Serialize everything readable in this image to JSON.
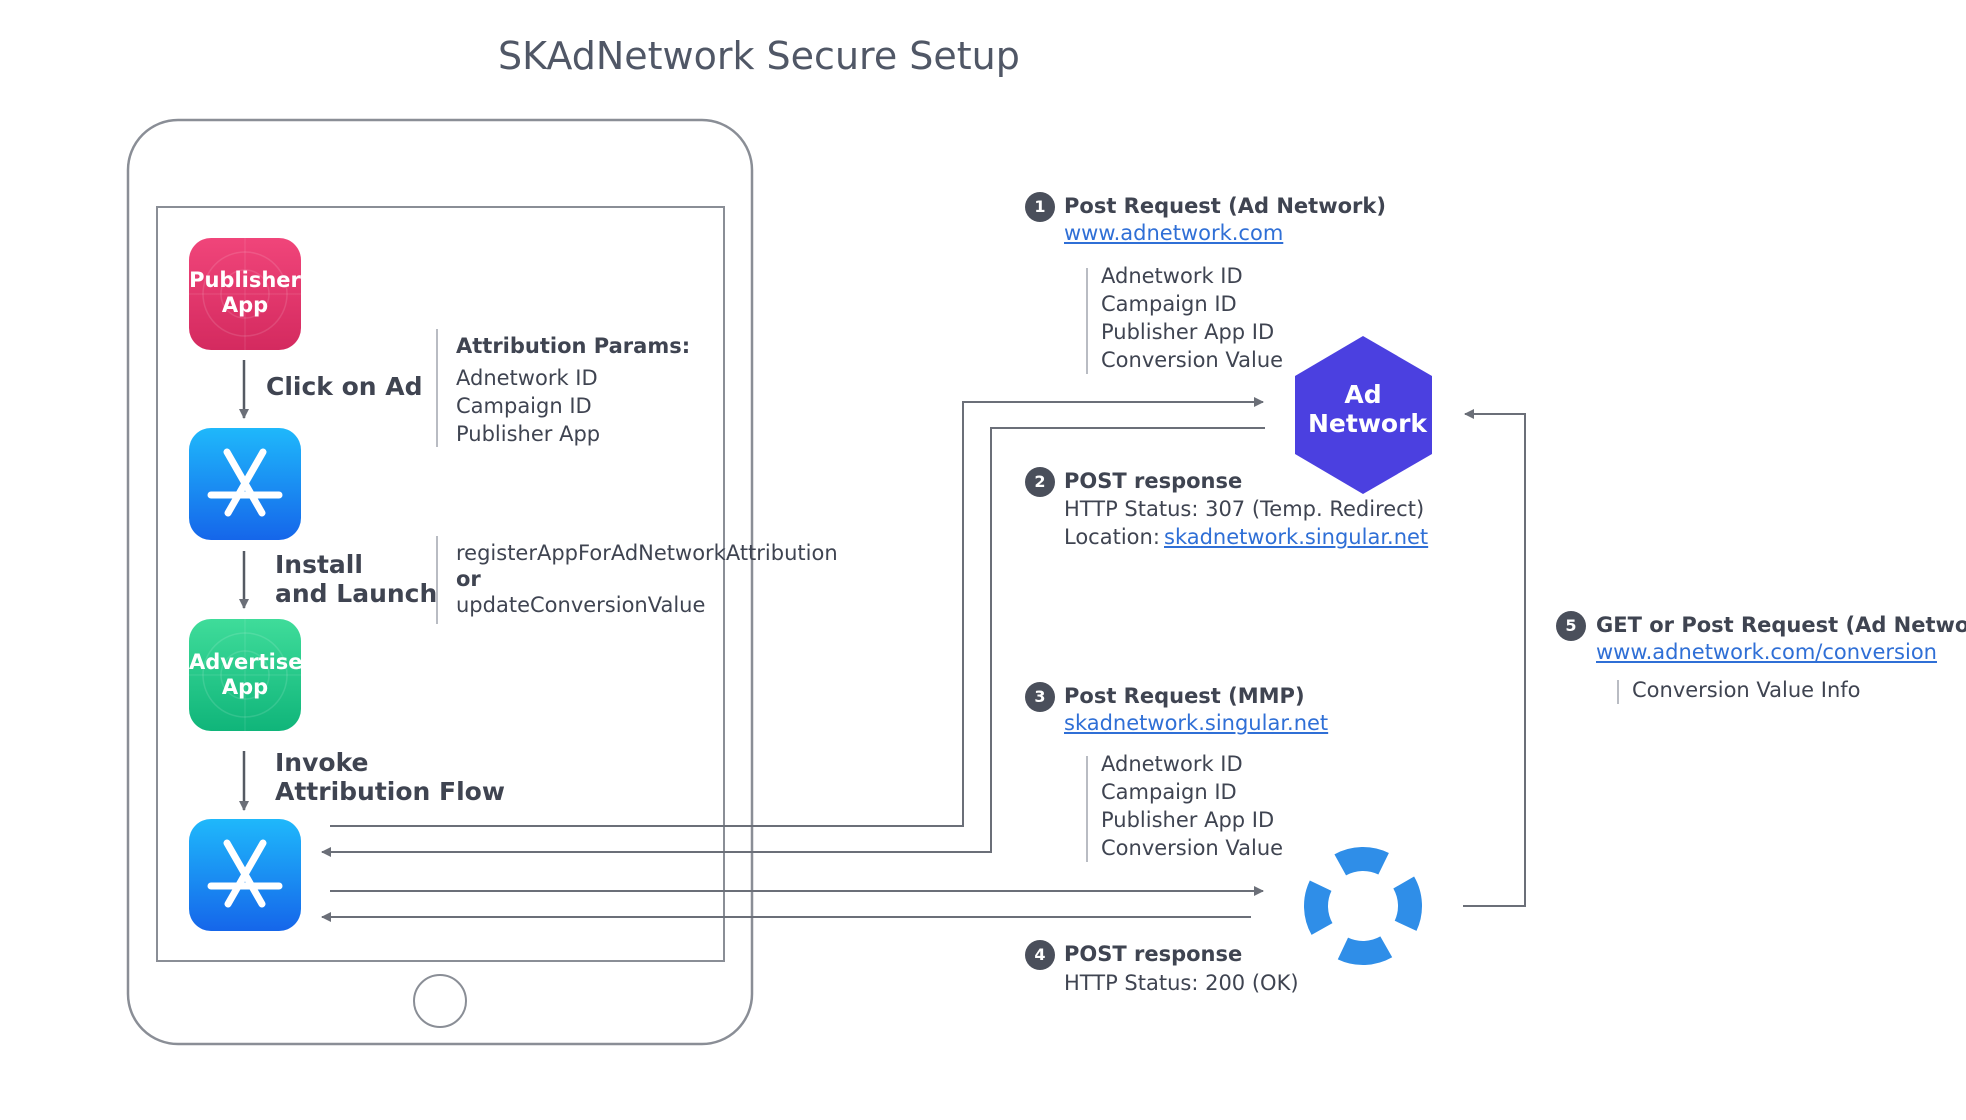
{
  "title": "SKAdNetwork Secure Setup",
  "apps": {
    "publisher": "Publisher App",
    "advertiser": "Advertiser App"
  },
  "steps": {
    "click": "Click on Ad",
    "install": [
      "Install",
      "and Launch"
    ],
    "invoke": [
      "Invoke",
      "Attribution Flow"
    ]
  },
  "attribution_params": {
    "title": "Attribution Params:",
    "items": [
      "Adnetwork ID",
      "Campaign ID",
      "Publisher App"
    ]
  },
  "api_calls": {
    "register": "registerAppForAdNetworkAttribution",
    "or": "or",
    "update": "updateConversionValue"
  },
  "ad_network_label": "Ad Network",
  "flow": [
    {
      "num": "1",
      "title": "Post Request (Ad Network)",
      "link": "www.adnetwork.com",
      "params": [
        "Adnetwork ID",
        "Campaign ID",
        "Publisher App ID",
        "Conversion Value"
      ]
    },
    {
      "num": "2",
      "title": "POST response",
      "status": "HTTP Status: 307 (Temp. Redirect)",
      "location_label": "Location:",
      "location_link": "skadnetwork.singular.net"
    },
    {
      "num": "3",
      "title": "Post Request (MMP)",
      "link": "skadnetwork.singular.net",
      "params": [
        "Adnetwork ID",
        "Campaign ID",
        "Publisher App ID",
        "Conversion Value"
      ]
    },
    {
      "num": "4",
      "title": "POST response",
      "status": "HTTP Status: 200 (OK)"
    },
    {
      "num": "5",
      "title": "GET or Post Request (Ad Network)",
      "link": "www.adnetwork.com/conversion",
      "params": [
        "Conversion Value Info"
      ]
    }
  ],
  "colors": {
    "publisher_top": "#f0457a",
    "publisher_bottom": "#d42a5f",
    "appstore_top": "#1fb8fb",
    "appstore_bottom": "#1566ea",
    "advertiser_top": "#3fdc9a",
    "advertiser_bottom": "#10b57a",
    "hexagon": "#4b40e0",
    "singular": "#2f8ee8",
    "line": "#6b6f78"
  }
}
